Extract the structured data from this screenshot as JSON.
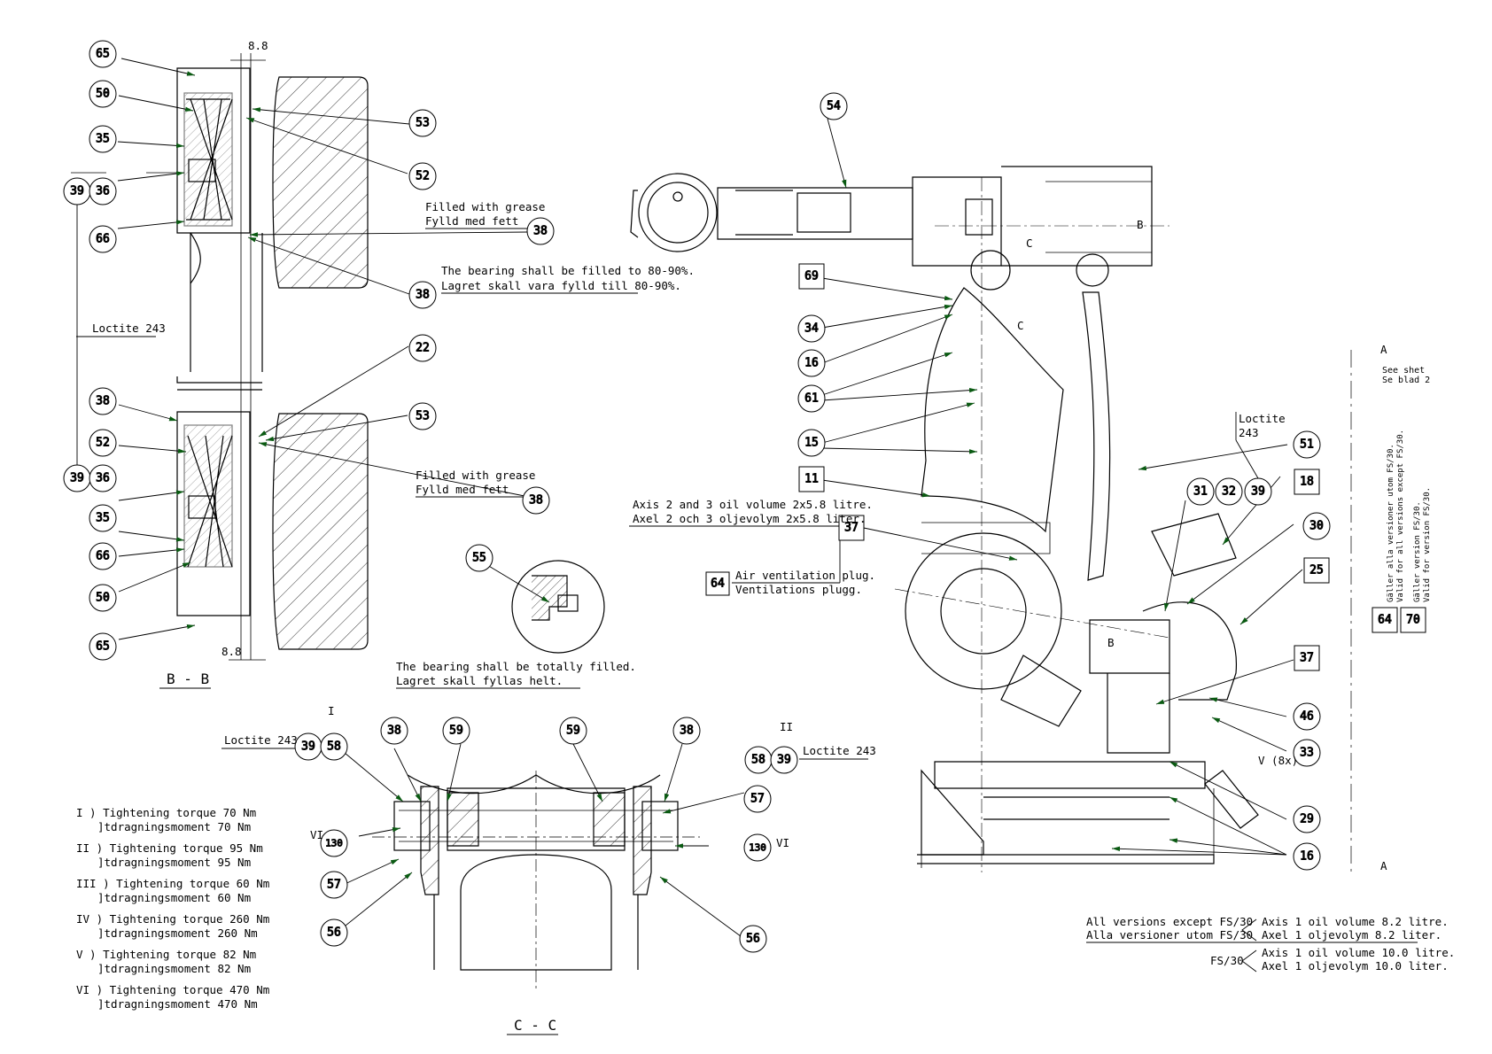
{
  "balloons": {
    "b65": "65",
    "b50": "50",
    "b35": "35",
    "b36": "36",
    "b39": "39",
    "b66": "66",
    "b53": "53",
    "b52": "52",
    "b38": "38",
    "b22": "22",
    "b55": "55",
    "b59": "59",
    "b58": "58",
    "b57": "57",
    "b130": "130",
    "b56": "56",
    "b54": "54",
    "b69": "69",
    "b34": "34",
    "b16": "16",
    "b61": "61",
    "b15": "15",
    "b11": "11",
    "b37": "37",
    "b64": "64",
    "b51": "51",
    "b31": "31",
    "b32": "32",
    "b18": "18",
    "b30": "30",
    "b25": "25",
    "b70": "70",
    "b46": "46",
    "b33": "33",
    "b29": "29"
  },
  "notes": {
    "dim_88": "8.8",
    "grease_en": "Filled with grease",
    "grease_sv": "Fylld med fett",
    "bearing_fill_en": "The bearing shall be filled to 80-90%.",
    "bearing_fill_sv": "Lagret skall vara fylld till 80-90%.",
    "loctite": "Loctite 243",
    "loctite_a": "Loctite",
    "loctite_b": "243",
    "section_bb": "B - B",
    "section_cc": "C - C",
    "totally_en": "The bearing shall be totally filled.",
    "totally_sv": "Lagret skall fyllas helt.",
    "roman_I": "I",
    "roman_II": "II",
    "roman_VI": "VI",
    "axis23_en": "Axis 2 and 3 oil volume 2x5.8 litre.",
    "axis23_sv": "Axel 2 och 3 oljevolym 2x5.8 liter.",
    "air_en": "Air ventilation plug.",
    "air_sv": "Ventilations plugg.",
    "see_sheet_en": "See shet",
    "see_sheet_sv": "Se blad  2",
    "valid_all_sv": "Gäller alla versioner utom FS/30.",
    "valid_all_en": "Valid for all versions except FS/30.",
    "valid_fs_sv": "Gäller version FS/30.",
    "valid_fs_en": "Valid for version FS/30.",
    "v8x": "V (8x)",
    "cut_A": "A",
    "cut_B": "B",
    "cut_C": "C",
    "all_versions_en": "All versions except FS/30",
    "all_versions_sv": "Alla versioner utom FS/30",
    "axis1_82_en": "Axis 1 oil volume 8.2 litre.",
    "axis1_82_sv": "Axel 1 oljevolym 8.2 liter.",
    "fs30": "FS/30",
    "axis1_100_en": "Axis 1 oil volume 10.0 litre.",
    "axis1_100_sv": "Axel 1 oljevolym 10.0 liter."
  },
  "torques": [
    {
      "en": "I ) Tightening torque 70 Nm",
      "sv": "]tdragningsmoment 70 Nm"
    },
    {
      "en": "II ) Tightening torque 95 Nm",
      "sv": "]tdragningsmoment 95 Nm"
    },
    {
      "en": "III ) Tightening torque 60 Nm",
      "sv": "]tdragningsmoment 60 Nm"
    },
    {
      "en": "IV ) Tightening torque 260 Nm",
      "sv": "]tdragningsmoment 260 Nm"
    },
    {
      "en": "V ) Tightening torque 82 Nm",
      "sv": "]tdragningsmoment 82 Nm"
    },
    {
      "en": "VI ) Tightening torque 470 Nm",
      "sv": "]tdragningsmoment 470 Nm"
    }
  ]
}
